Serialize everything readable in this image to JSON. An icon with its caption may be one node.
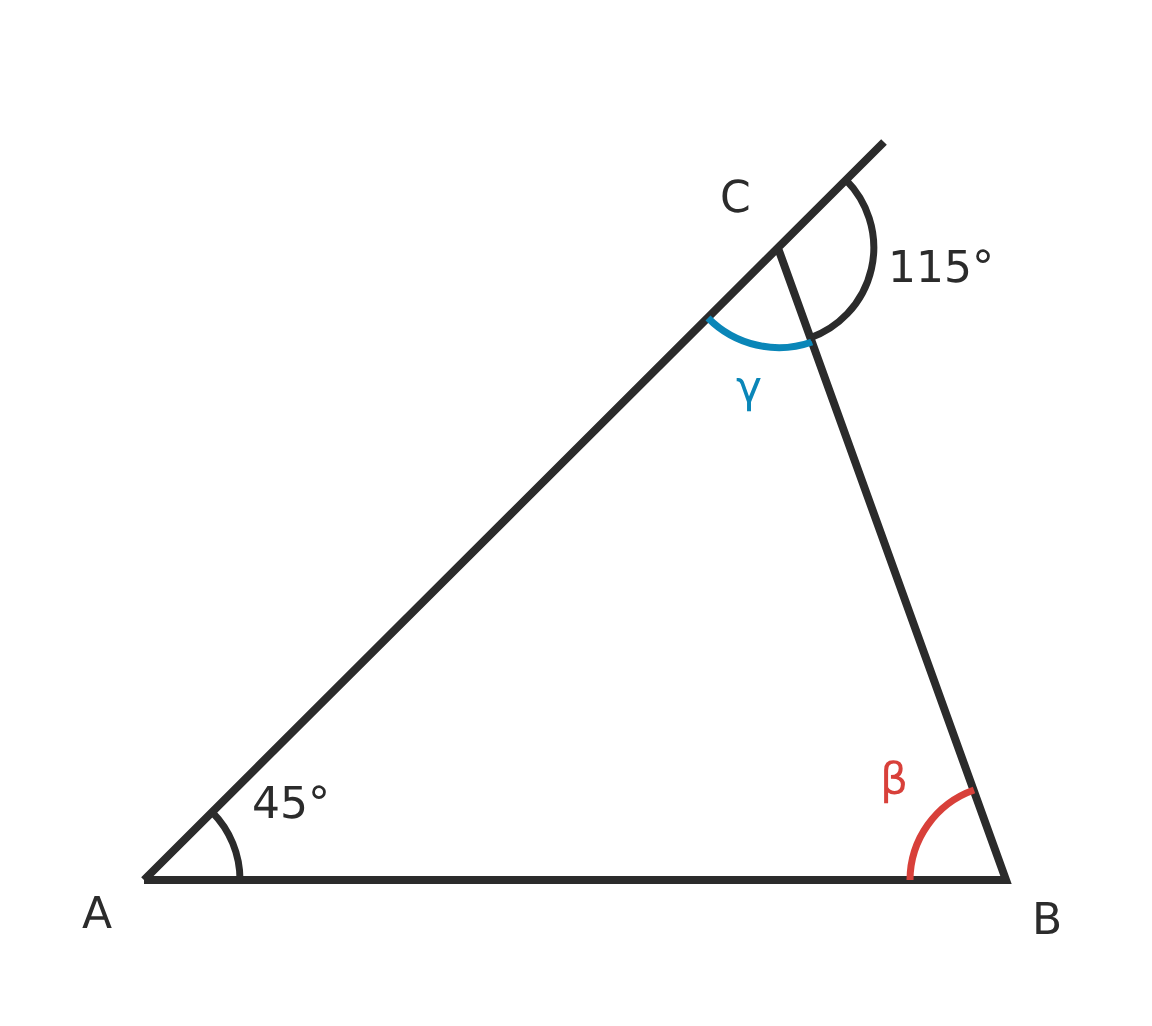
{
  "diagram": {
    "labels": [
      "C",
      "115°",
      "γ",
      "45°",
      "β",
      "A",
      "B"
    ]
  }
}
